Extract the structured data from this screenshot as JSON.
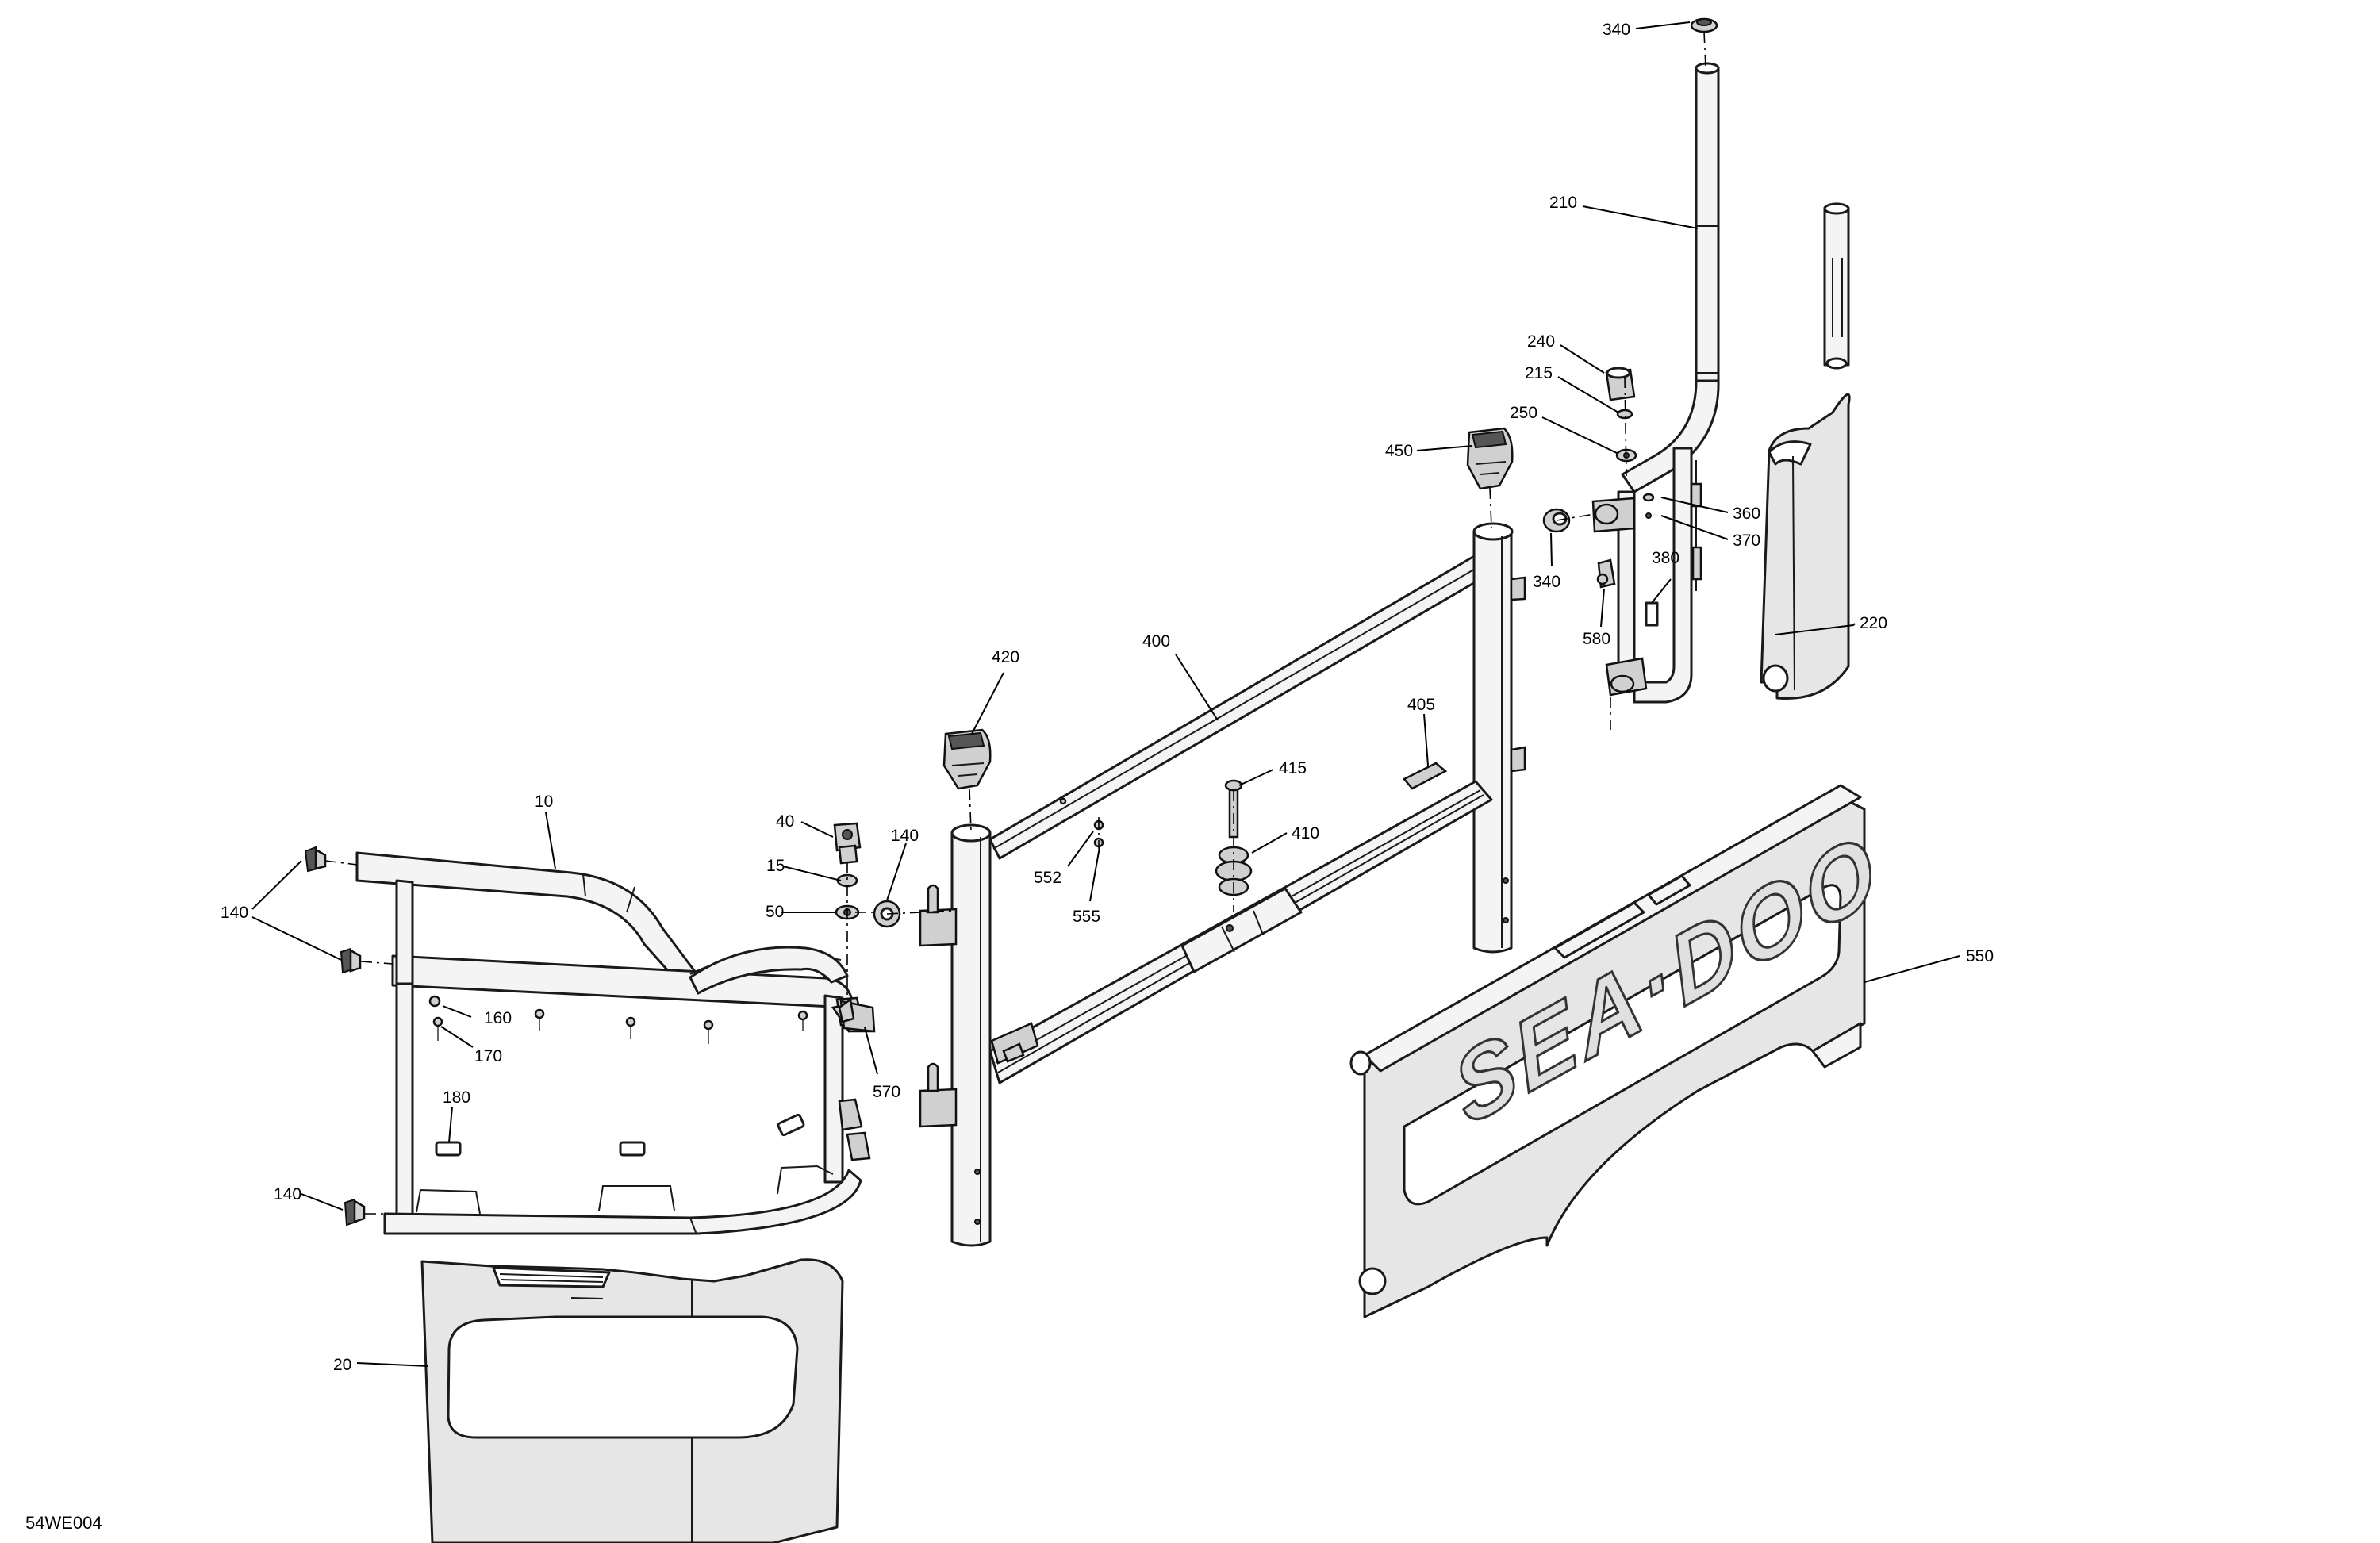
{
  "diagram_code": "54WE004",
  "logo_text": "SEA·DOO",
  "callouts": [
    {
      "id": "c340-top",
      "label": "340"
    },
    {
      "id": "c210",
      "label": "210"
    },
    {
      "id": "c240",
      "label": "240"
    },
    {
      "id": "c215",
      "label": "215"
    },
    {
      "id": "c250",
      "label": "250"
    },
    {
      "id": "c450",
      "label": "450"
    },
    {
      "id": "c360",
      "label": "360"
    },
    {
      "id": "c370",
      "label": "370"
    },
    {
      "id": "c340-mid",
      "label": "340"
    },
    {
      "id": "c380",
      "label": "380"
    },
    {
      "id": "c580",
      "label": "580"
    },
    {
      "id": "c220",
      "label": "220"
    },
    {
      "id": "c420",
      "label": "420"
    },
    {
      "id": "c400",
      "label": "400"
    },
    {
      "id": "c405",
      "label": "405"
    },
    {
      "id": "c415",
      "label": "415"
    },
    {
      "id": "c410",
      "label": "410"
    },
    {
      "id": "c552",
      "label": "552"
    },
    {
      "id": "c555",
      "label": "555"
    },
    {
      "id": "c550",
      "label": "550"
    },
    {
      "id": "c10",
      "label": "10"
    },
    {
      "id": "c40",
      "label": "40"
    },
    {
      "id": "c140-a",
      "label": "140"
    },
    {
      "id": "c15",
      "label": "15"
    },
    {
      "id": "c50",
      "label": "50"
    },
    {
      "id": "c140-b",
      "label": "140"
    },
    {
      "id": "c160",
      "label": "160"
    },
    {
      "id": "c170",
      "label": "170"
    },
    {
      "id": "c570",
      "label": "570"
    },
    {
      "id": "c180",
      "label": "180"
    },
    {
      "id": "c140-c",
      "label": "140"
    },
    {
      "id": "c20",
      "label": "20"
    }
  ]
}
